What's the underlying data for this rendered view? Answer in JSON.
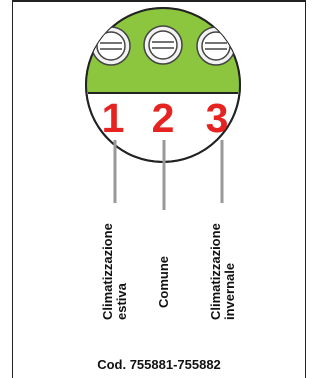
{
  "terminals": [
    {
      "number": "1",
      "label_line1": "Climatizzazione",
      "label_line2": "estiva"
    },
    {
      "number": "2",
      "label_line1": "Comune",
      "label_line2": ""
    },
    {
      "number": "3",
      "label_line1": "Climatizzazione",
      "label_line2": "invernale"
    }
  ],
  "footer_code": "Cod. 755881-755882",
  "colors": {
    "terminal_block": "#8cc63e",
    "number_red": "#e52421",
    "wire": "#999999",
    "outline": "#222222"
  },
  "icons": [
    "screw-terminal-icon"
  ]
}
